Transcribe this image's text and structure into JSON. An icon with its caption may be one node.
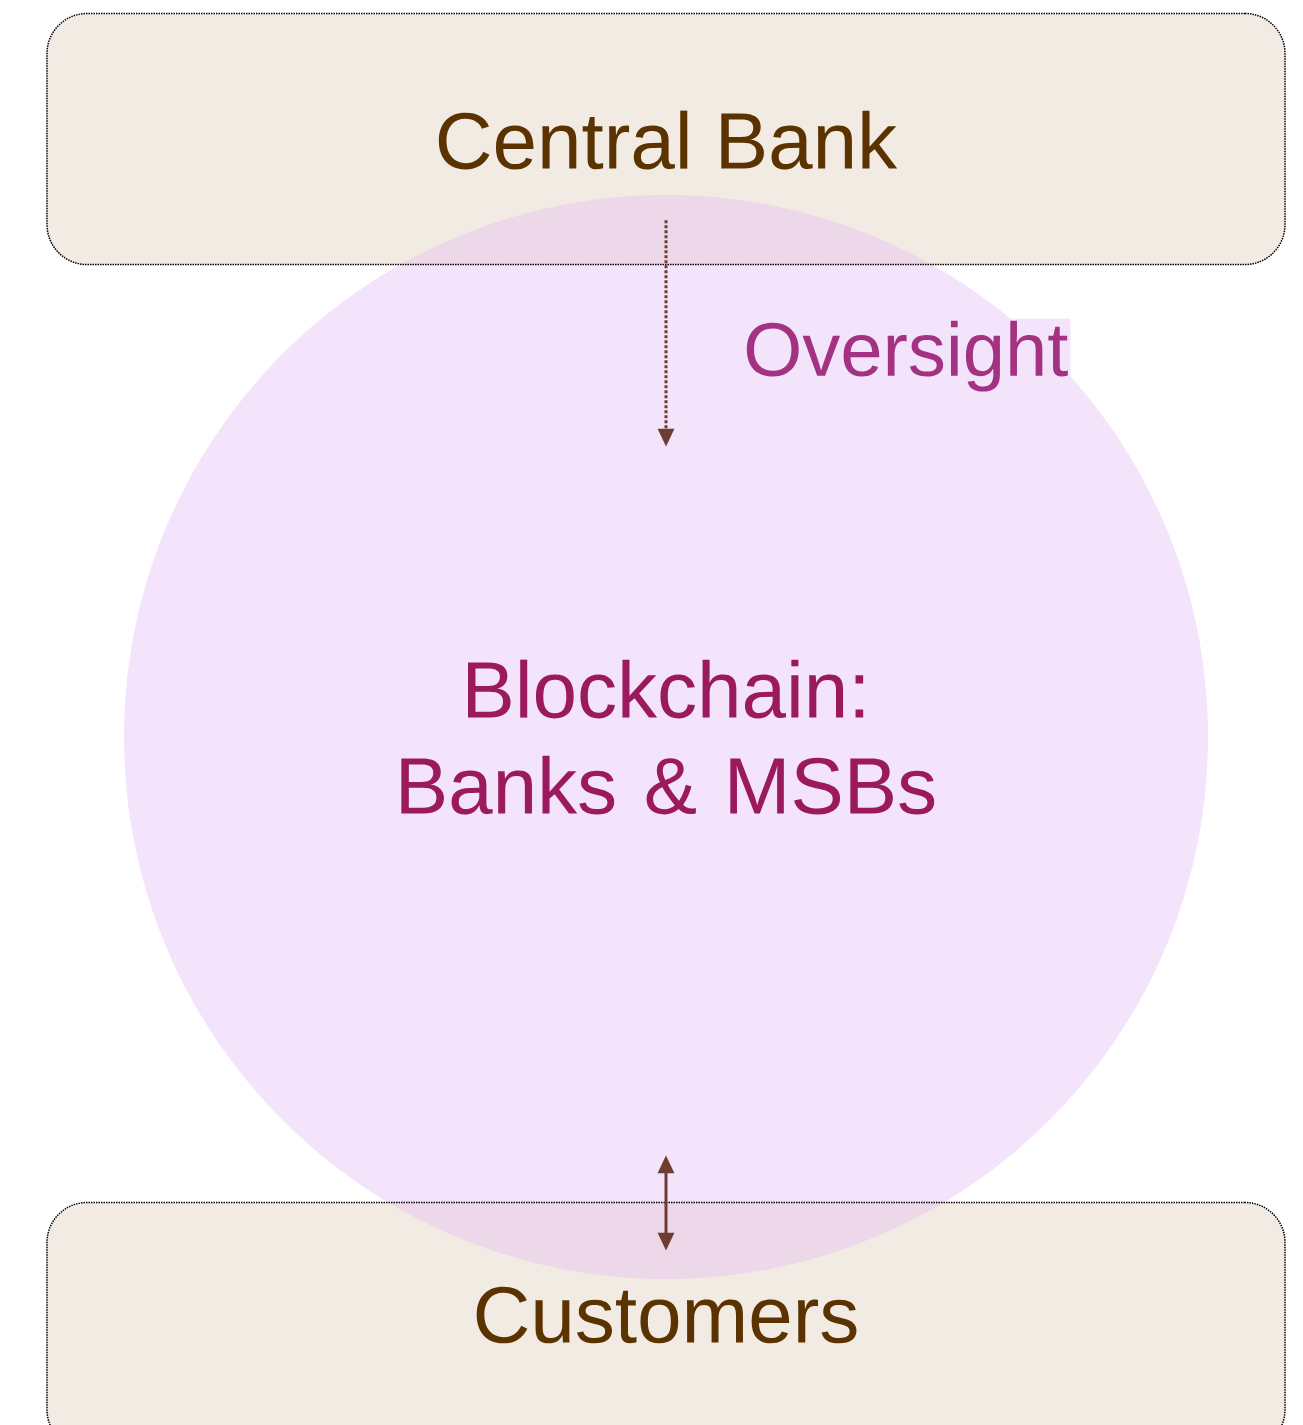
{
  "diagram": {
    "nodes": [
      {
        "text": [
          "Central Bank"
        ]
      },
      {
        "text": [
          "Blockchain: Banks & MSBs"
        ]
      },
      {
        "text": [
          "Customers"
        ]
      }
    ],
    "edges": [
      {
        "from": 0,
        "to": 1,
        "arrow": "to",
        "label": "Oversight",
        "style": "dashed"
      },
      {
        "from": 1,
        "to": 2,
        "arrow": "both"
      }
    ]
  }
}
